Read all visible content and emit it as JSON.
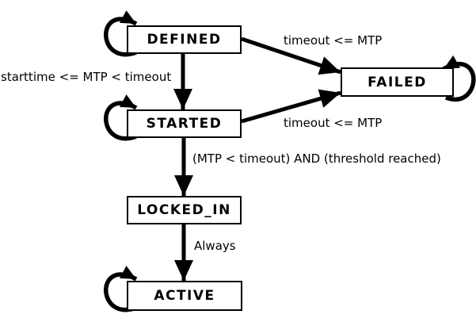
{
  "diagram": {
    "type": "state-machine",
    "colors": {
      "ink": "#000000",
      "background": "#ffffff"
    },
    "states": [
      {
        "name": "DEFINED",
        "self_loop": true
      },
      {
        "name": "STARTED",
        "self_loop": true
      },
      {
        "name": "LOCKED_IN",
        "self_loop": false
      },
      {
        "name": "ACTIVE",
        "self_loop": true
      },
      {
        "name": "FAILED",
        "self_loop": true
      }
    ],
    "transitions": [
      {
        "from": "DEFINED",
        "to": "STARTED",
        "label": "starttime <= MTP < timeout"
      },
      {
        "from": "DEFINED",
        "to": "FAILED",
        "label": "timeout <= MTP"
      },
      {
        "from": "STARTED",
        "to": "FAILED",
        "label": "timeout <= MTP"
      },
      {
        "from": "STARTED",
        "to": "LOCKED_IN",
        "label": "(MTP < timeout) AND (threshold reached)"
      },
      {
        "from": "LOCKED_IN",
        "to": "ACTIVE",
        "label": "Always"
      }
    ]
  }
}
